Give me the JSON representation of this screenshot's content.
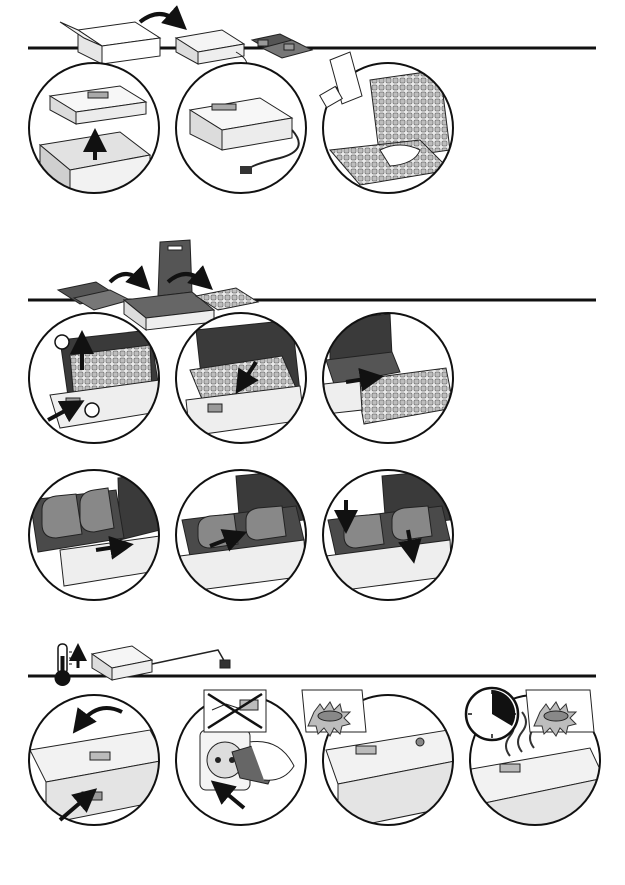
{
  "page": {
    "background": "#ffffff",
    "ink": "#1a1a1a",
    "shade": "#d9d9d9",
    "dark_shade": "#6b6b6b"
  },
  "sections": [
    {
      "id": "unpack-and-prepare",
      "header_items": [
        "box-icon",
        "curved-arrow-icon",
        "closed-appliance-icon",
        "plates-set-icon"
      ],
      "steps": [
        {
          "icon": "lift-out-of-box-icon"
        },
        {
          "icon": "cord-unwound-icon"
        },
        {
          "icon": "wipe-plates-icon"
        }
      ]
    },
    {
      "id": "change-plates",
      "header_items": [
        "waffle-plates-icon",
        "curved-arrow-icon",
        "open-appliance-icon",
        "curved-arrow-icon",
        "waffle-plates-icon"
      ],
      "steps_row1": [
        {
          "icon": "press-release-button-icon",
          "callout_a": "",
          "callout_b": ""
        },
        {
          "icon": "remove-plate-icon"
        },
        {
          "icon": "slide-plate-out-icon"
        }
      ],
      "steps_row2": [
        {
          "icon": "slide-plate-in-icon"
        },
        {
          "icon": "seat-plate-icon"
        },
        {
          "icon": "press-plate-down-icon"
        }
      ]
    },
    {
      "id": "first-use-preheat",
      "header_items": [
        "thermometer-icon",
        "plugged-appliance-icon"
      ],
      "steps": [
        {
          "icon": "close-lid-icon"
        },
        {
          "icon": "plug-in-icon"
        },
        {
          "icon": "heat-light-icon"
        },
        {
          "icon": "timer-smoke-icon"
        }
      ]
    }
  ]
}
